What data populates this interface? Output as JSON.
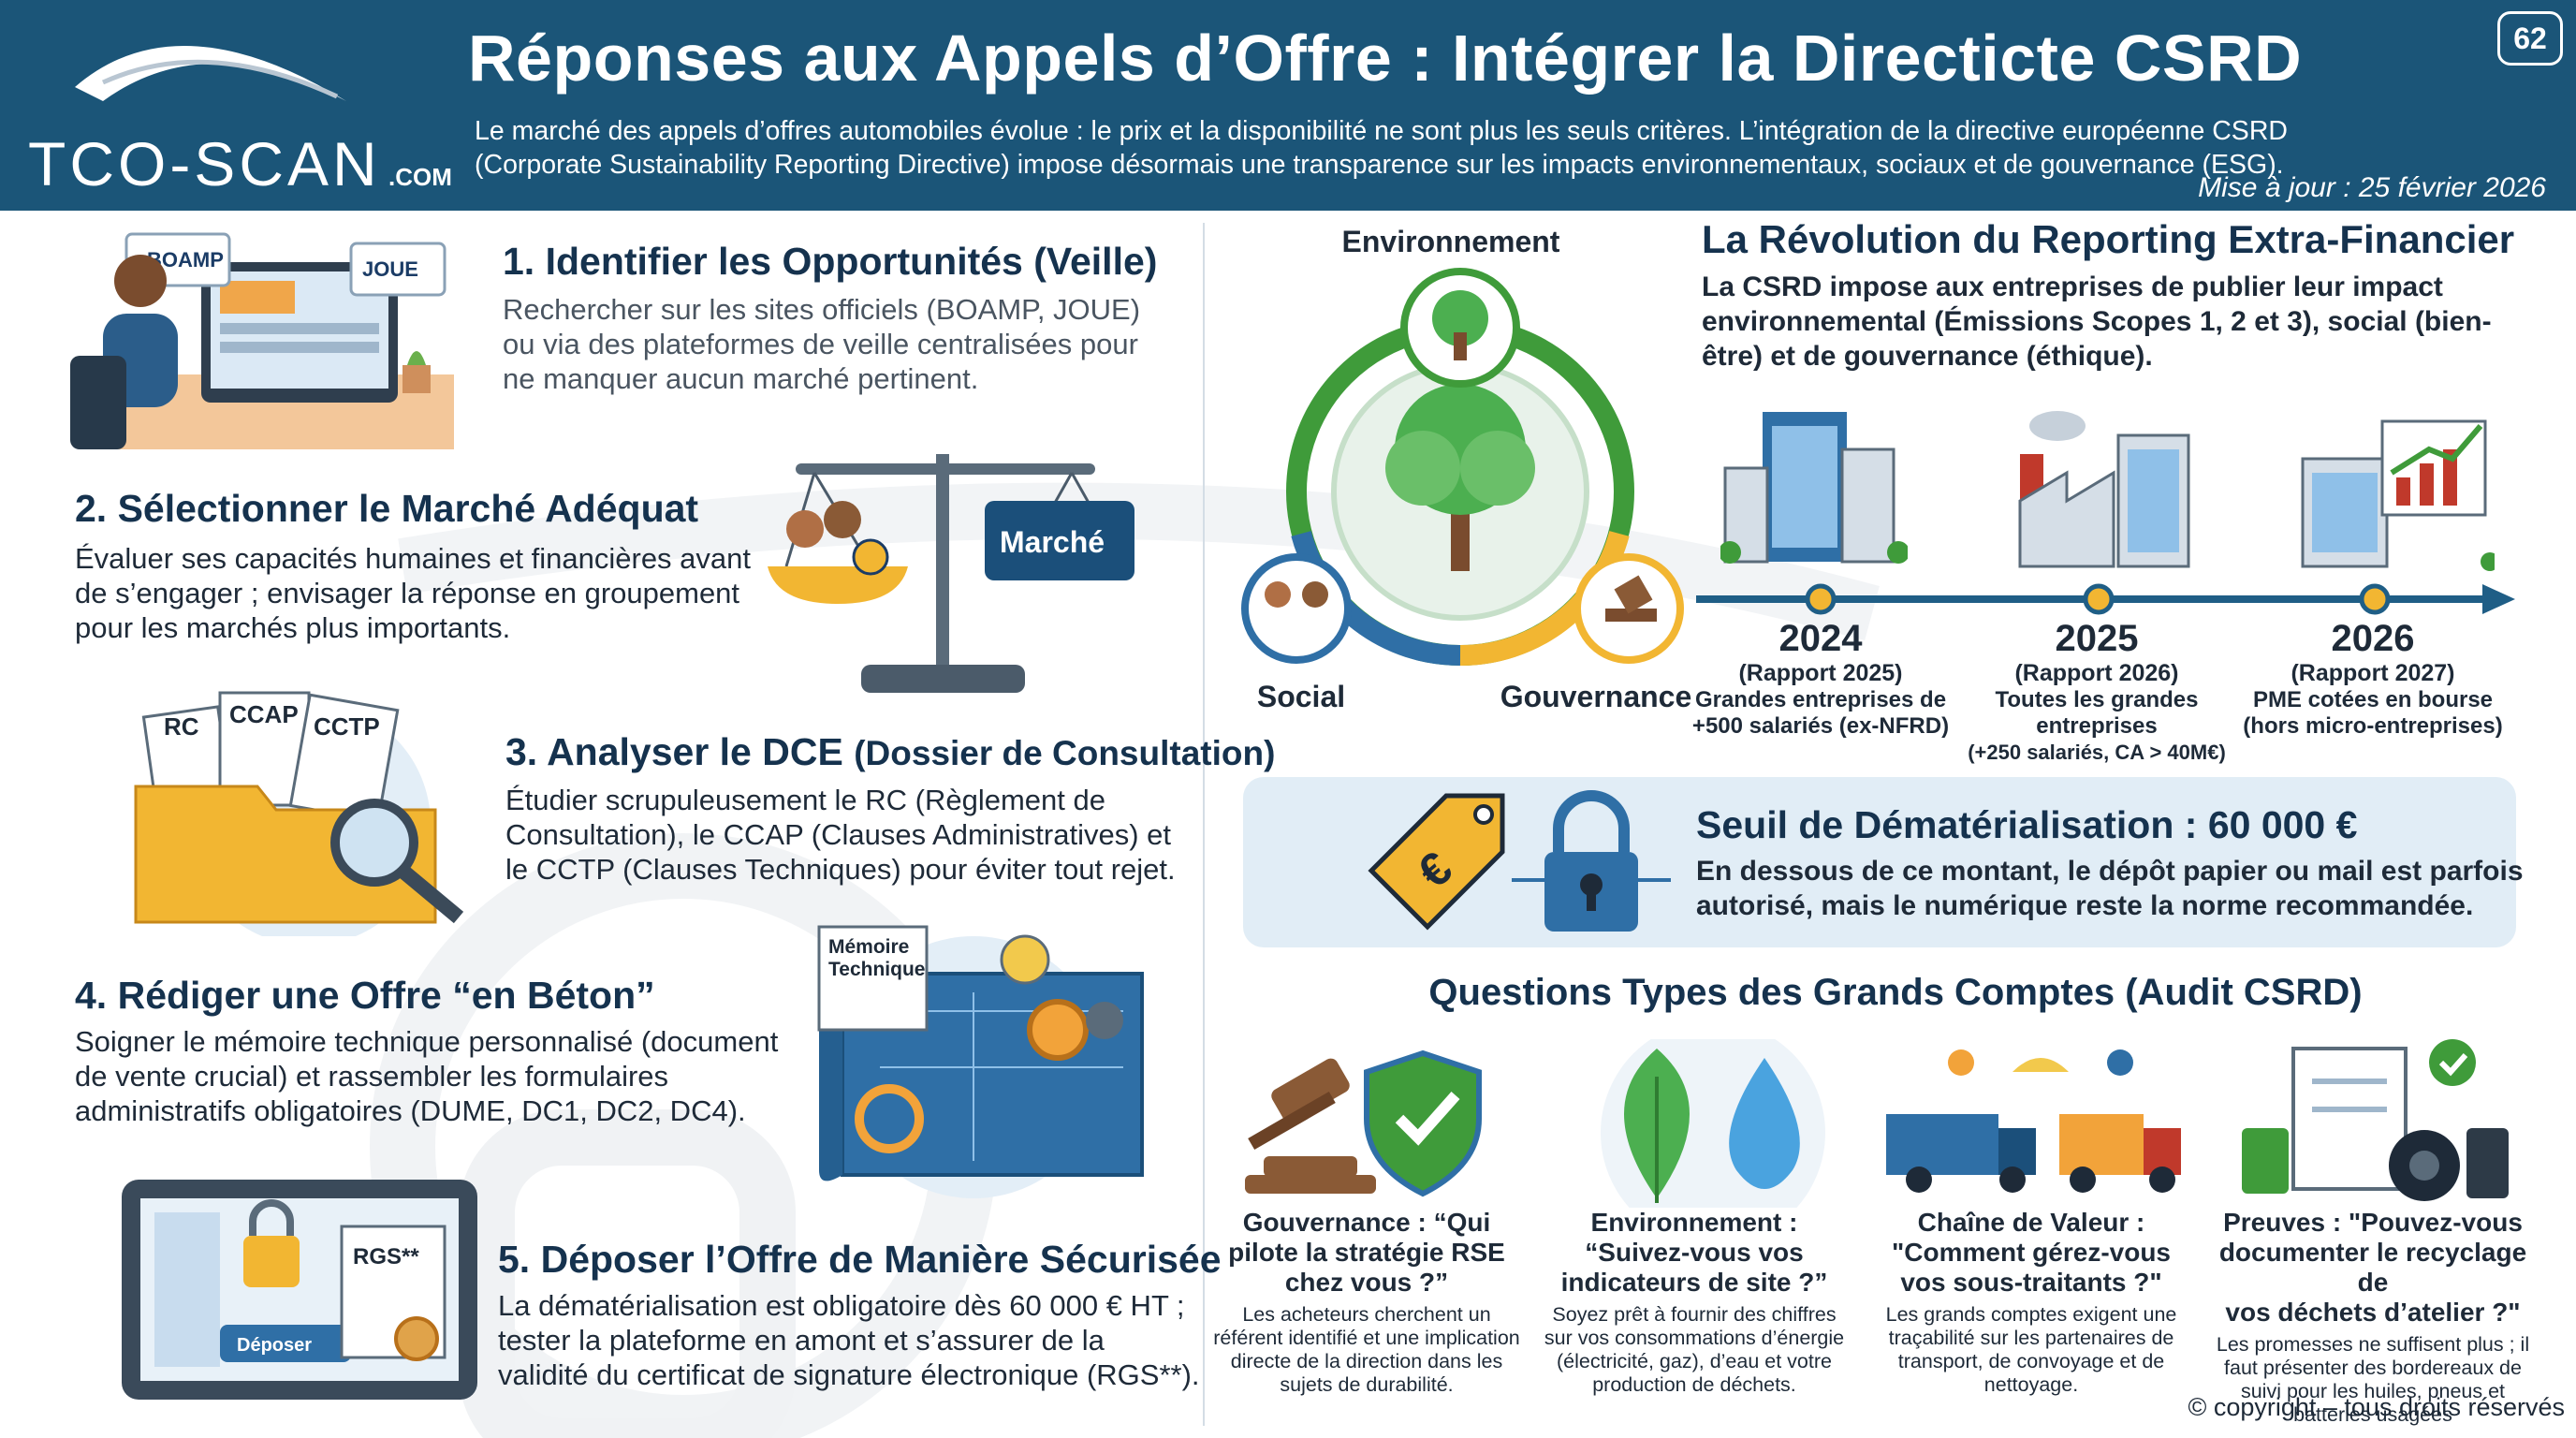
{
  "header": {
    "logo_text": "TCO-SCAN",
    "logo_suffix": ".com",
    "title": "Réponses aux Appels d’Offre : Intégrer la Directicte CSRD",
    "intro_line1": "Le marché des appels d’offres automobiles évolue : le prix et la disponibilité ne sont plus les seuls critères. L’intégration de la directive européenne CSRD",
    "intro_line2": "(Corporate Sustainability Reporting Directive) impose désormais une transparence sur les impacts environnementaux, sociaux et de gouvernance (ESG).",
    "update_date": "Mise à jour : 25 février 2026",
    "page_number": "62"
  },
  "steps": [
    {
      "title": "1. Identifier les Opportunités (Veille)",
      "body_lines": [
        "Rechercher sur les sites officiels (BOAMP, JOUE)",
        "ou via des plateformes de veille centralisées pour",
        "ne manquer aucun marché pertinent."
      ],
      "illustration_labels": [
        "BOAMP",
        "JOUE"
      ]
    },
    {
      "title": "2. Sélectionner le Marché Adéquat",
      "body_lines": [
        "Évaluer ses capacités humaines et financières avant",
        "de s’engager ; envisager la réponse en groupement",
        "pour les marchés plus importants."
      ],
      "illustration_labels": [
        "Marché"
      ]
    },
    {
      "title": "3. Analyser le DCE",
      "title_suffix": "(Dossier de Consultation)",
      "body_lines": [
        "Étudier scrupuleusement le RC (Règlement de",
        "Consultation), le CCAP (Clauses Administratives) et",
        "le CCTP (Clauses Techniques) pour éviter tout rejet."
      ],
      "illustration_labels": [
        "RC",
        "CCAP",
        "CCTP"
      ]
    },
    {
      "title": "4. Rédiger une Offre “en Béton”",
      "body_lines": [
        "Soigner le mémoire technique personnalisé (document",
        "de vente crucial) et rassembler les formulaires",
        "administratifs obligatoires (DUME, DC1, DC2, DC4)."
      ],
      "illustration_labels": [
        "Mémoire",
        "Technique"
      ]
    },
    {
      "title": "5. Déposer l’Offre de Manière Sécurisée",
      "body_lines": [
        "La dématérialisation est obligatoire dès 60 000 € HT ;",
        "tester la plateforme en amont et s’assurer de la",
        "validité du certificat de signature électronique (RGS**)."
      ],
      "illustration_labels": [
        "RGS**",
        "Déposer"
      ]
    }
  ],
  "esg": {
    "environment_label": "Environnement",
    "social_label": "Social",
    "governance_label": "Gouvernance"
  },
  "reporting": {
    "title": "La Révolution du Reporting Extra-Financier",
    "body_lines": [
      "La CSRD impose aux entreprises de publier leur impact",
      "environnemental (Émissions Scopes 1, 2 et 3), social (bien-",
      "être) et de gouvernance (éthique)."
    ],
    "timeline": [
      {
        "year": "2024",
        "report": "(Rapport 2025)",
        "desc_lines": [
          "Grandes entreprises de",
          "+500 salariés (ex-NFRD)"
        ]
      },
      {
        "year": "2025",
        "report": "(Rapport 2026)",
        "desc_lines": [
          "Toutes les grandes",
          "entreprises",
          "(+250 salariés, CA > 40M€)"
        ]
      },
      {
        "year": "2026",
        "report": "(Rapport 2027)",
        "desc_lines": [
          "PME cotées en bourse",
          "(hors micro-entreprises)"
        ]
      }
    ]
  },
  "threshold": {
    "title": "Seuil de Dématérialisation : 60 000 €",
    "body_lines": [
      "En dessous de ce montant, le dépôt papier ou mail est parfois",
      "autorisé, mais le numérique reste la norme recommandée."
    ],
    "tag_symbol": "€"
  },
  "questions": {
    "title": "Questions Types des Grands Comptes (Audit CSRD)",
    "items": [
      {
        "title_lines": [
          "Gouvernance : “Qui",
          "pilote la stratégie RSE",
          "chez vous ?”"
        ],
        "body_lines": [
          "Les acheteurs cherchent un",
          "référent identifié et une implication",
          "directe de la direction dans les",
          "sujets de durabilité."
        ]
      },
      {
        "title_lines": [
          "Environnement :",
          "“Suivez-vous vos",
          "indicateurs de site ?”"
        ],
        "body_lines": [
          "Soyez prêt à fournir des chiffres",
          "sur vos consommations d’énergie",
          "(électricité, gaz), d’eau et votre",
          "production de déchets."
        ]
      },
      {
        "title_lines": [
          "Chaîne de Valeur :",
          "\"Comment gérez-vous",
          "vos sous-traitants ?\""
        ],
        "body_lines": [
          "Les grands comptes exigent une",
          "traçabilité sur les partenaires de",
          "transport, de convoyage et de",
          "nettoyage."
        ]
      },
      {
        "title_lines": [
          "Preuves : \"Pouvez-vous",
          "documenter le recyclage de",
          "vos déchets d’atelier ?\""
        ],
        "body_lines": [
          "Les promesses ne suffisent plus ; il",
          "faut présenter des bordereaux de",
          "suivi pour les huiles, pneus et",
          "batteries usagées"
        ]
      }
    ]
  },
  "footer": {
    "copyright": "© copyright – tous droits réservés"
  },
  "colors": {
    "header_bg": "#1b5578",
    "accent_gold": "#f2b632",
    "timeline_blue": "#1f5e86",
    "green": "#3f9b3a"
  }
}
